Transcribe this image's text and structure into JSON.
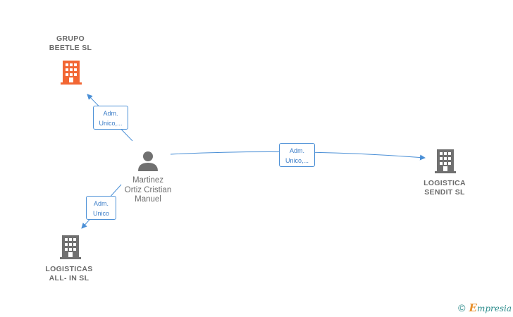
{
  "nodes": {
    "grupo_beetle": {
      "label": "GRUPO\nBEETLE  SL",
      "icon": "building-icon",
      "color": "#f26633"
    },
    "logistica_sendit": {
      "label": "LOGISTICA\nSENDIT  SL",
      "icon": "building-icon",
      "color": "#707070"
    },
    "logisticas_all_in": {
      "label": "LOGISTICAS\nALL- IN  SL",
      "icon": "building-icon",
      "color": "#707070"
    },
    "person": {
      "label": "Martinez\nOrtiz Cristian\nManuel",
      "icon": "person-icon",
      "color": "#6e6e6e"
    }
  },
  "edges": {
    "to_beetle": {
      "label": "Adm.\nUnico,..."
    },
    "to_sendit": {
      "label": "Adm.\nUnico,..."
    },
    "to_all_in": {
      "label": "Adm.\nUnico"
    }
  },
  "colors": {
    "edge": "#4a8fd6",
    "edge_text": "#3a7cc7"
  },
  "footer": {
    "copyright_symbol": "©",
    "brand_initial": "E",
    "brand_rest": "mpresia"
  }
}
